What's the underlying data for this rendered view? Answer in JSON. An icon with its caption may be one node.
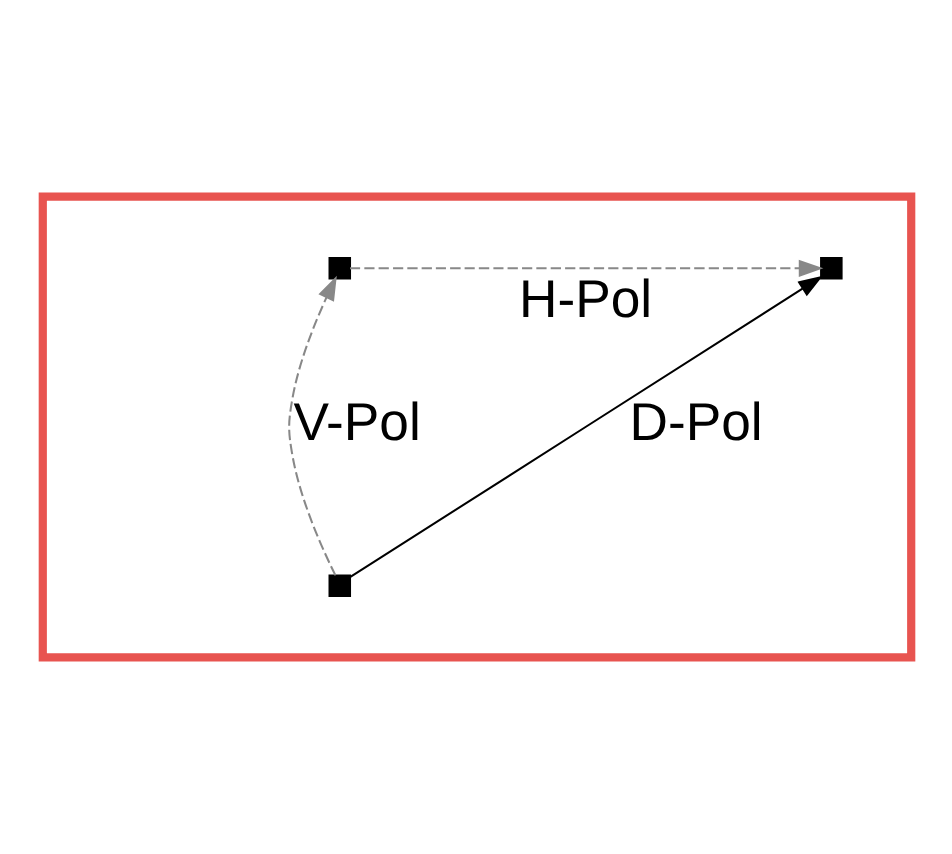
{
  "diagram": {
    "nodes": [
      {
        "text": [],
        "shape": "box"
      },
      {
        "text": [],
        "shape": "box",
        "in": 0
      },
      {
        "text": [],
        "shape": "box",
        "in": 0
      },
      {
        "text": [],
        "shape": "box",
        "in": 0
      }
    ],
    "edges": [
      {
        "from": 3,
        "to": 1,
        "arrow": "to",
        "label": "V-Pol",
        "style": "dashed"
      },
      {
        "from": 1,
        "to": 2,
        "arrow": "to",
        "label": "H-Pol",
        "style": "dashed"
      },
      {
        "from": 3,
        "to": 2,
        "arrow": "to",
        "label": "D-Pol",
        "color": "#000000"
      }
    ]
  }
}
